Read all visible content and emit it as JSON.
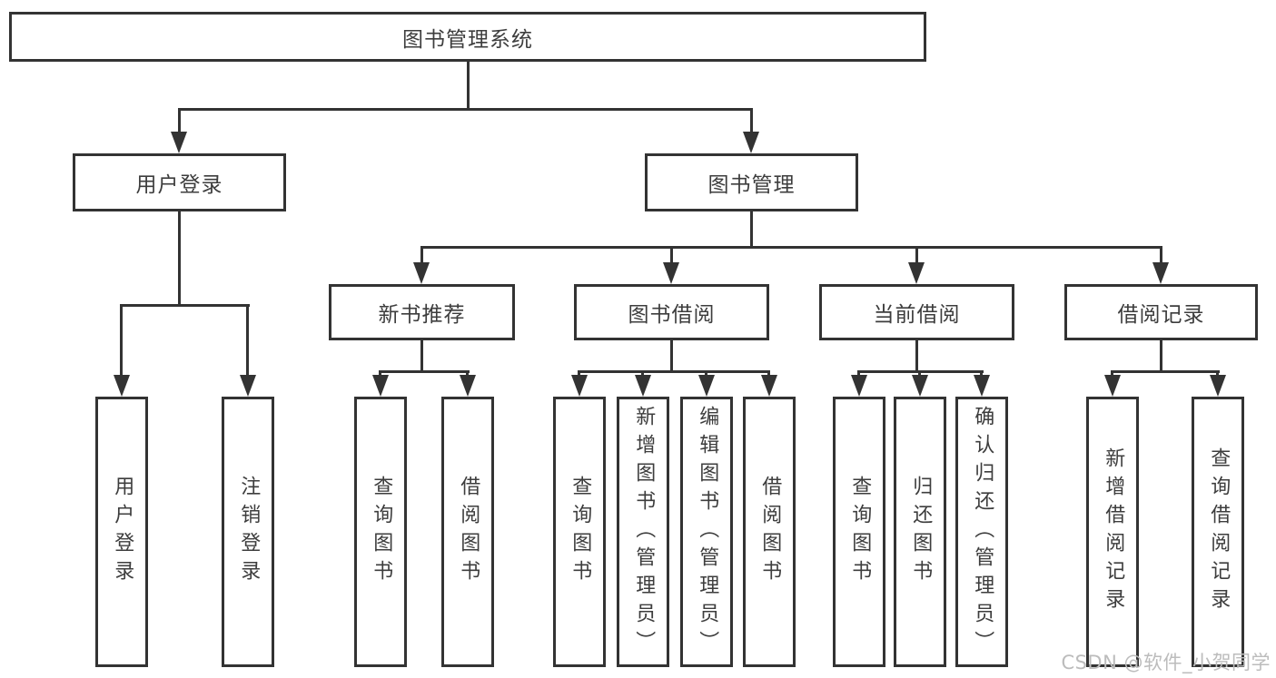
{
  "diagram": {
    "title_node": "图书管理系统",
    "level2": [
      "用户登录",
      "图书管理"
    ],
    "level3": [
      "新书推荐",
      "图书借阅",
      "当前借阅",
      "借阅记录"
    ],
    "leaves": {
      "login": [
        "用户登录",
        "注销登录"
      ],
      "newbook": [
        "查询图书",
        "借阅图书"
      ],
      "borrow": [
        "查询图书",
        "新增图书（管理员）",
        "编辑图书（管理员）",
        "借阅图书"
      ],
      "current": [
        "查询图书",
        "归还图书",
        "确认归还（管理员）"
      ],
      "records": [
        "新增借阅记录",
        "查询借阅记录"
      ]
    },
    "watermark": "CSDN @软件_小贺同学",
    "colors": {
      "line": "#333333",
      "box_border": "#333333",
      "text": "#3d3d3d",
      "watermark": "#bcbcbc",
      "background": "#ffffff"
    }
  }
}
